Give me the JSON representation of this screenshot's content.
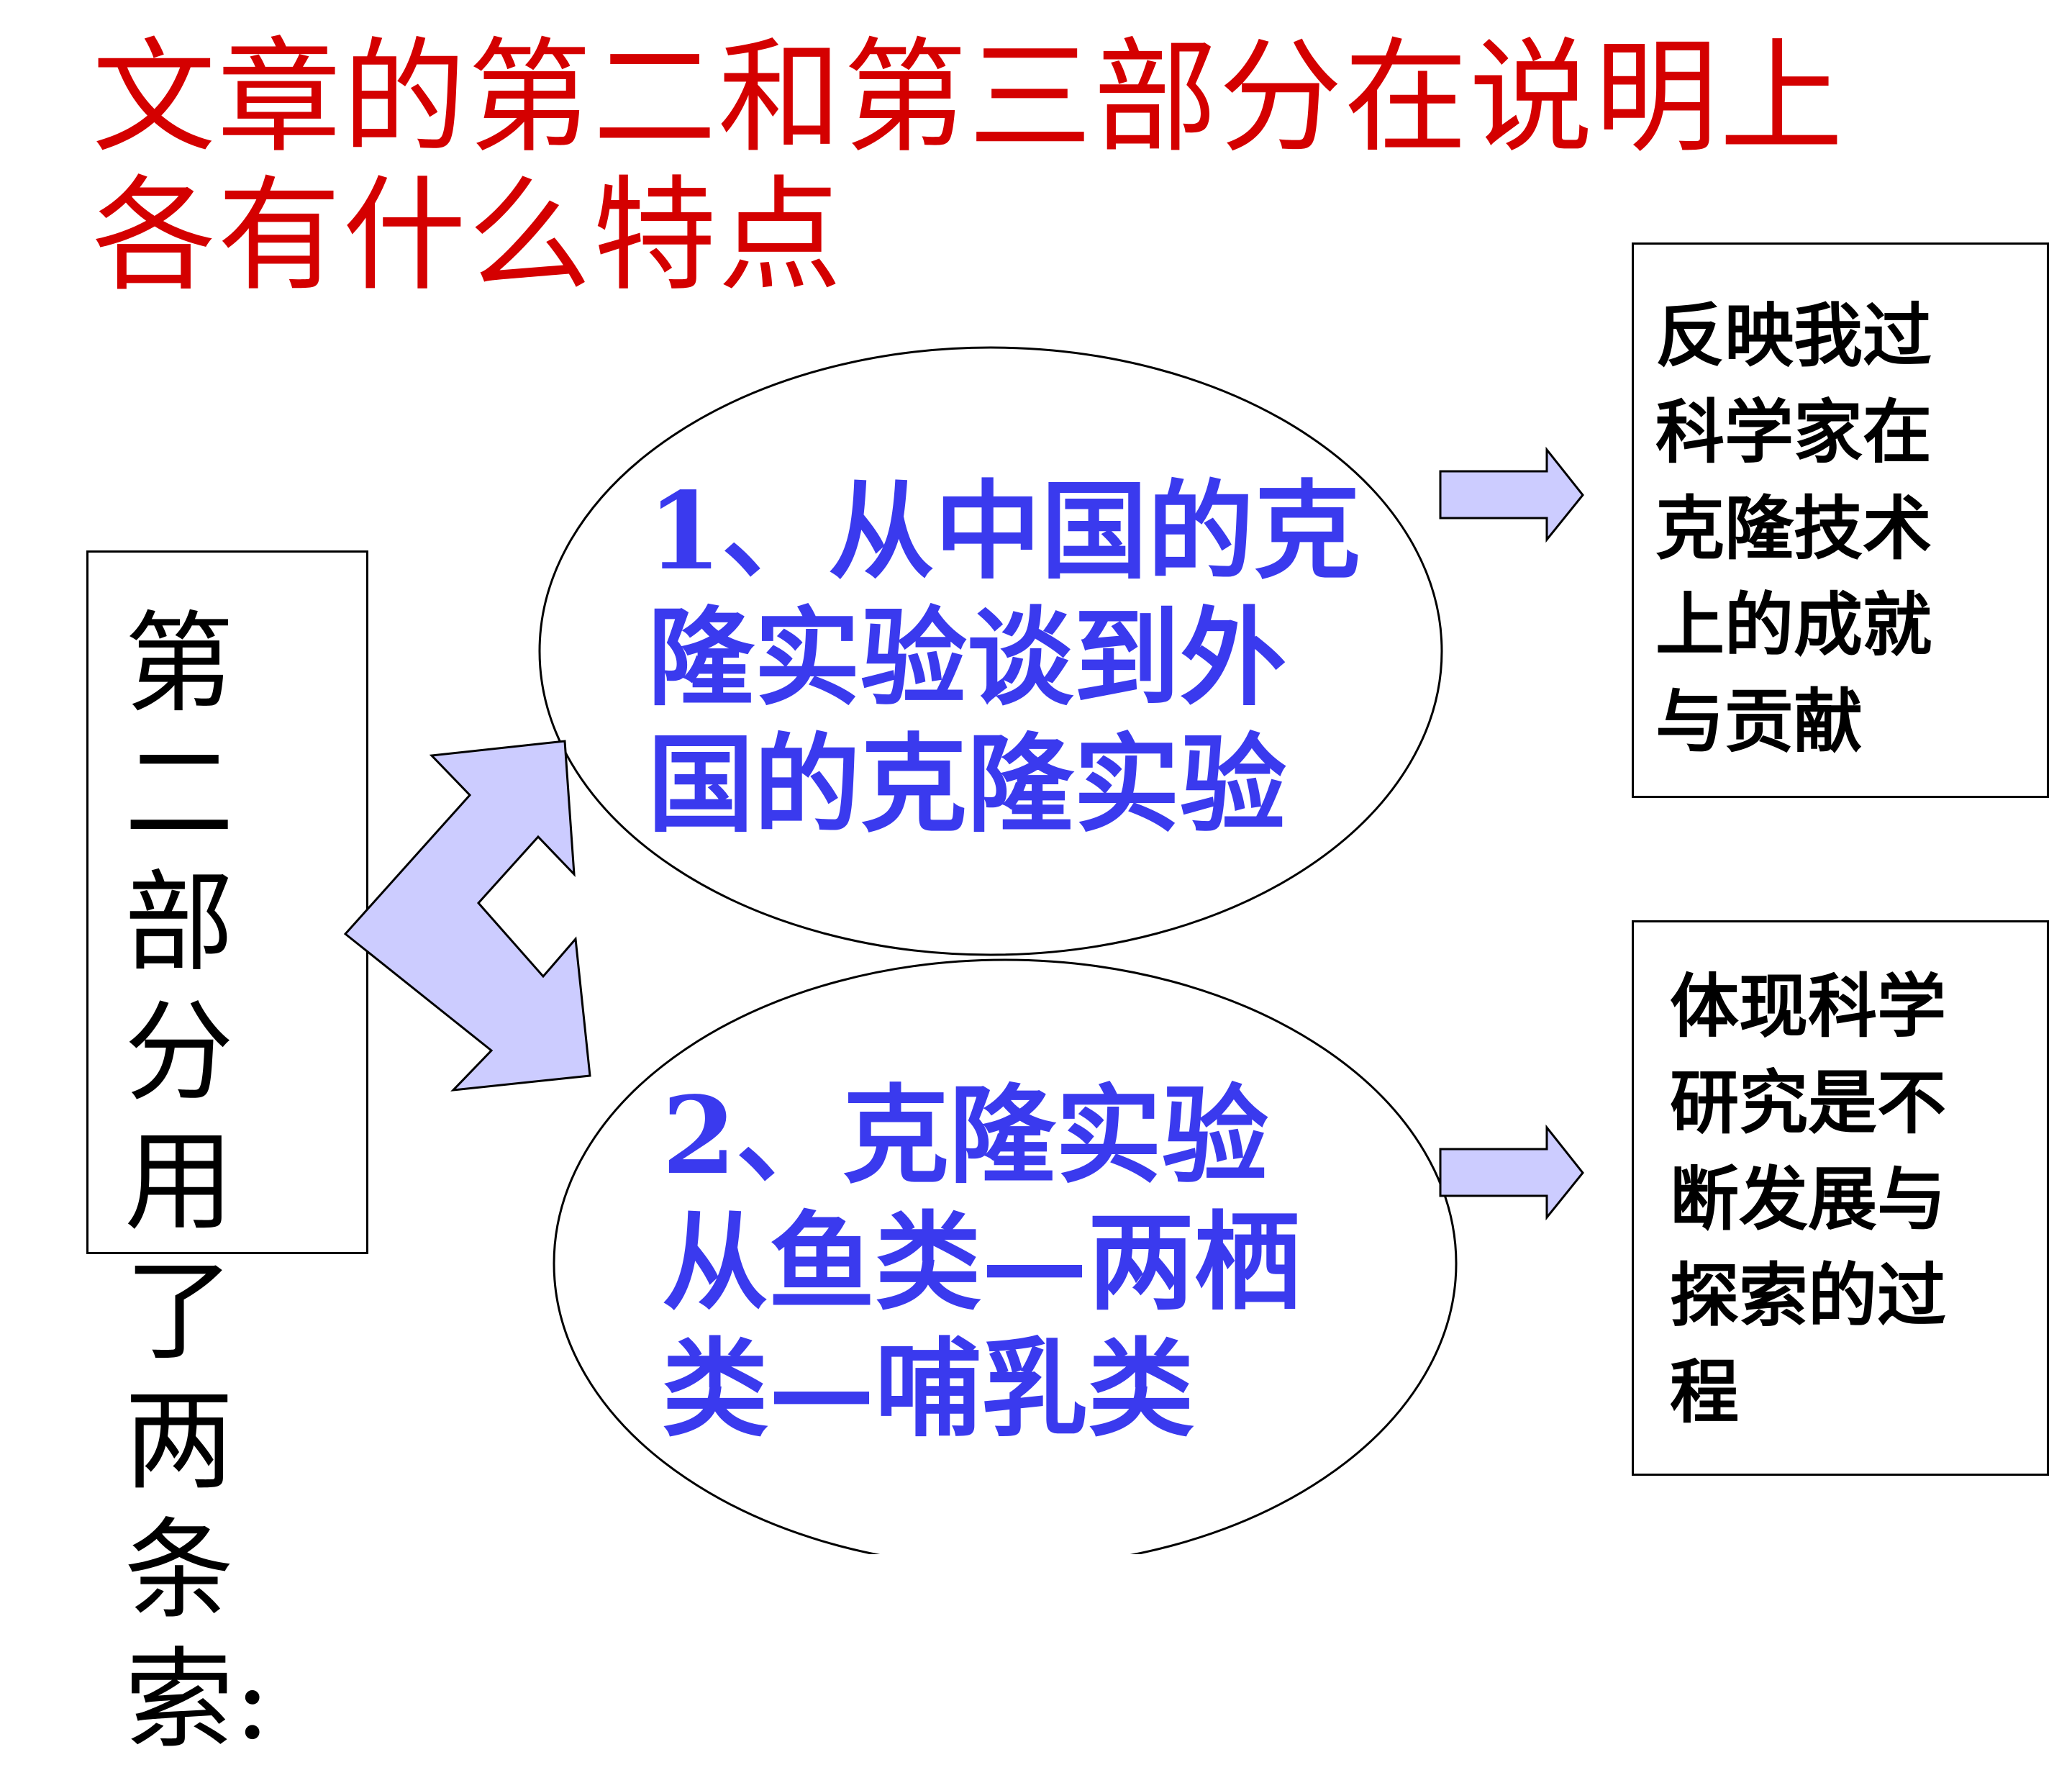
{
  "title": {
    "lines": [
      "文章的第二和第三部分在说明上",
      "各有什么特点"
    ]
  },
  "left_box": {
    "text": "第二部分用了两条索:"
  },
  "oval_top": {
    "lines": [
      "1、从中国的克",
      "隆实验谈到外",
      "国的克隆实验"
    ]
  },
  "oval_bottom": {
    "lines": [
      "2、克隆实验",
      "从鱼类—两栖",
      "类—哺乳类"
    ]
  },
  "box_top": {
    "lines": [
      "反映我过",
      "科学家在",
      "克隆技术",
      "上的成就",
      "与贡献"
    ]
  },
  "box_bottom": {
    "lines": [
      "体现科学",
      "研究是不",
      "断发展与",
      "探索的过",
      "程"
    ]
  },
  "colors": {
    "title": "#d40000",
    "oval_text": "#3a3aee",
    "arrow_fill": "#ccccff",
    "outline": "#000000"
  }
}
